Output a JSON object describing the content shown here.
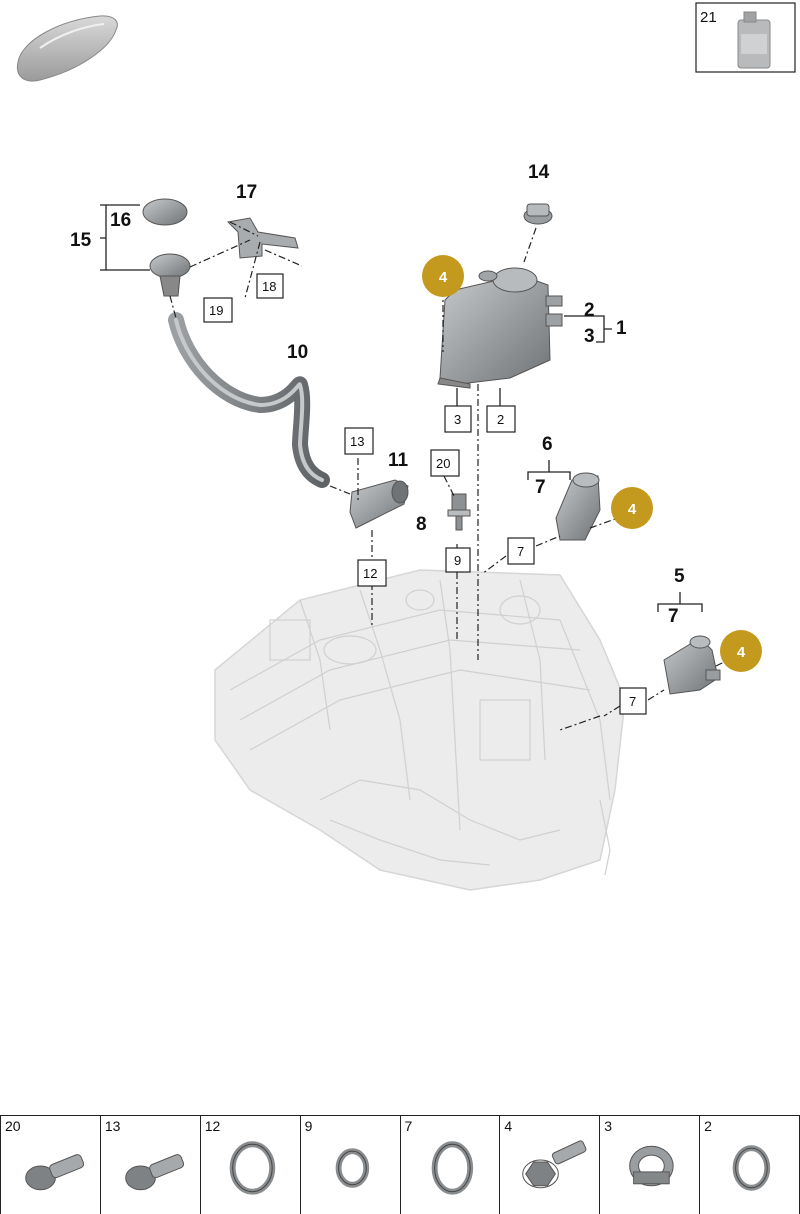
{
  "callouts": {
    "c1": "1",
    "c2": "2",
    "c3": "3",
    "c5": "5",
    "c6": "6",
    "c7": "7",
    "c8": "8",
    "c10": "10",
    "c11": "11",
    "c14": "14",
    "c15": "15",
    "c16": "16",
    "c17": "17"
  },
  "boxed_labels": {
    "b2": "2",
    "b3": "3",
    "b7": "7",
    "b9": "9",
    "b12": "12",
    "b13": "13",
    "b18": "18",
    "b19": "19",
    "b20": "20"
  },
  "badges": {
    "badge4": "4"
  },
  "accessory": {
    "number": "21"
  },
  "strip": [
    {
      "number": "20",
      "icon": "bolt-icon"
    },
    {
      "number": "13",
      "icon": "bolt-icon"
    },
    {
      "number": "12",
      "icon": "seal-ring-icon"
    },
    {
      "number": "9",
      "icon": "seal-ring-icon"
    },
    {
      "number": "7",
      "icon": "seal-ring-icon"
    },
    {
      "number": "4",
      "icon": "flange-bolt-icon"
    },
    {
      "number": "3",
      "icon": "lock-ring-icon"
    },
    {
      "number": "2",
      "icon": "seal-ring-icon"
    }
  ],
  "colors": {
    "badge": "#c49a1e",
    "engine": "#e6e6e6",
    "part": "#8f9396"
  }
}
